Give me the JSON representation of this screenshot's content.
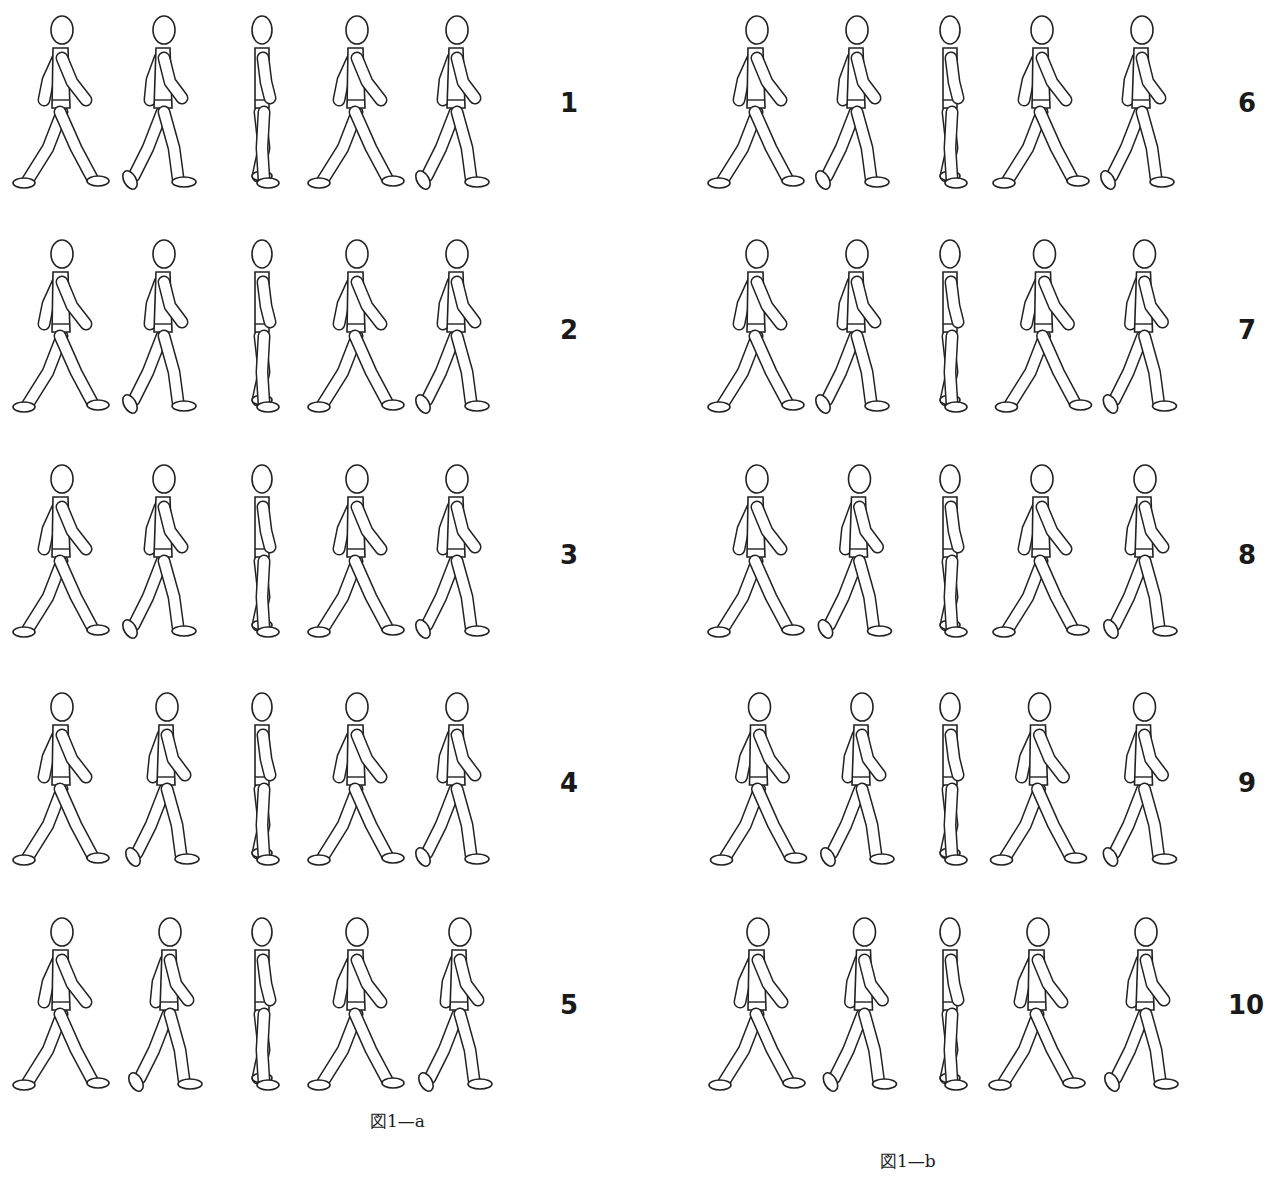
{
  "diagram": {
    "labels": [
      "1",
      "2",
      "3",
      "4",
      "5",
      "6",
      "7",
      "8",
      "9",
      "10",
      "図1—a",
      "図1—b"
    ]
  }
}
